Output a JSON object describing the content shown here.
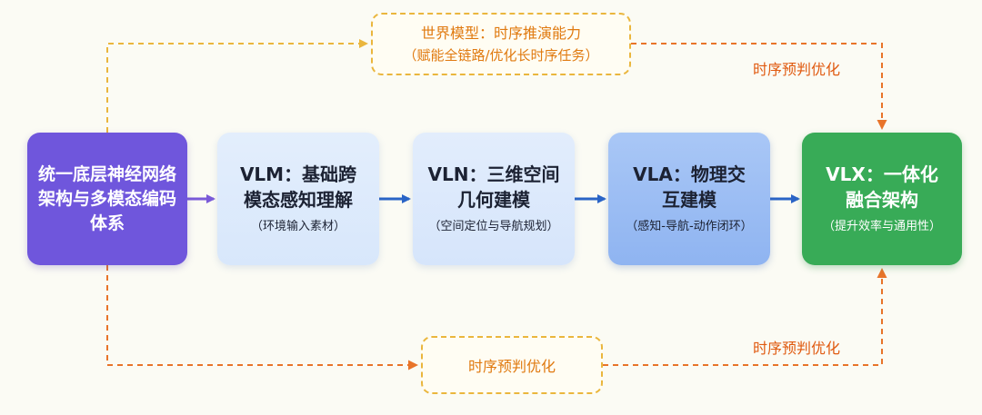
{
  "nodes": {
    "unified": {
      "title": "统一底层神经网络架构与多模态编码体系"
    },
    "vlm": {
      "title_line1": "VLM：基础跨",
      "title_line2": "模态感知理解",
      "subtitle": "（环境输入素材）"
    },
    "vln": {
      "title_line1": "VLN：三维空间",
      "title_line2": "几何建模",
      "subtitle": "（空间定位与导航规划）"
    },
    "vla": {
      "title_line1": "VLA：物理交",
      "title_line2": "互建模",
      "subtitle": "（感知-导航-动作闭环）"
    },
    "vlx": {
      "title_line1": "VLX：一体化",
      "title_line2": "融合架构",
      "subtitle": "（提升效率与通用性）"
    }
  },
  "world_model": {
    "line1": "世界模型：时序推演能力",
    "line2": "（赋能全链路/优化长时序任务）"
  },
  "bottom_box": {
    "label": "时序预判优化"
  },
  "edge_labels": {
    "top_right": "时序预判优化",
    "bottom_right": "时序预判优化"
  },
  "colors": {
    "purple": "#6f56dc",
    "blue_arrow": "#2a64c6",
    "green": "#38ab57",
    "dashed_yellow": "#eab63d",
    "dashed_orange": "#e8742a",
    "label_orange": "#e05a10"
  }
}
